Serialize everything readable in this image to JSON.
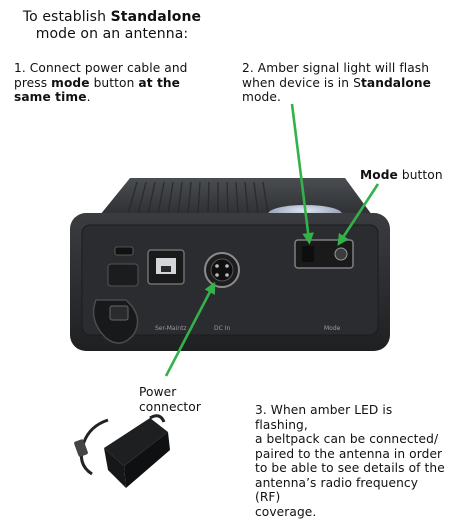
{
  "title": {
    "line1_pre": "To establish ",
    "line1_bold": "Standalone",
    "line2": "mode on an antenna:"
  },
  "step1": {
    "line1": "1. Connect power cable and",
    "line2_pre": "press ",
    "line2_bold1": "mode",
    "line2_mid": " button ",
    "line2_bold2": "at the",
    "line3_bold": "same time",
    "line3_post": "."
  },
  "step2": {
    "line1": "2. Amber signal light will flash",
    "line2_pre": "when device is in S",
    "line2_bold": "tandalone",
    "line3": "mode."
  },
  "mode_label": {
    "bold": "Mode",
    "rest": " button"
  },
  "power_label": {
    "line1": "Power",
    "line2": "connector"
  },
  "step3": {
    "line1": "3. When amber LED is flashing,",
    "line2": "a beltpack can be connected/",
    "line3": "paired to the antenna in order",
    "line4": "to be able to see details of the",
    "line5": "antenna’s radio frequency (RF)",
    "line6": "coverage."
  },
  "device_labels": {
    "port1": "Ser-Maintz",
    "port2": "DC In",
    "port3": "Mode"
  },
  "colors": {
    "arrow": "#33b24a",
    "device_body": "#3b3d40",
    "device_front": "#2a2b2d"
  }
}
